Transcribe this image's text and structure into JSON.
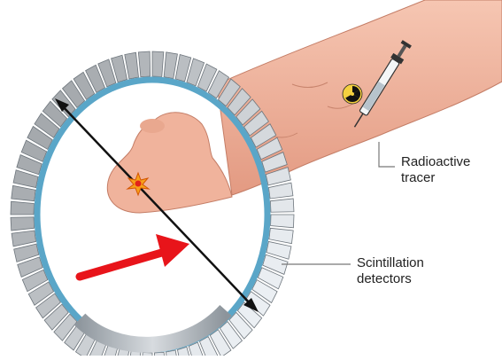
{
  "labels": {
    "tracer": [
      "Radioactive",
      "tracer"
    ],
    "detectors": [
      "Scintillation",
      "detectors"
    ]
  },
  "icons": {
    "radiation": "radiation-symbol",
    "syringe": "syringe",
    "burst": "annihilation-burst",
    "arrow": "red-arrow"
  },
  "colors": {
    "skin": "#f2b9a3",
    "skin_shadow": "#d98e78",
    "ring_blue": "#5aa6c8",
    "ring_gray": "#9aa3ab",
    "arrow_red": "#e8141a"
  }
}
